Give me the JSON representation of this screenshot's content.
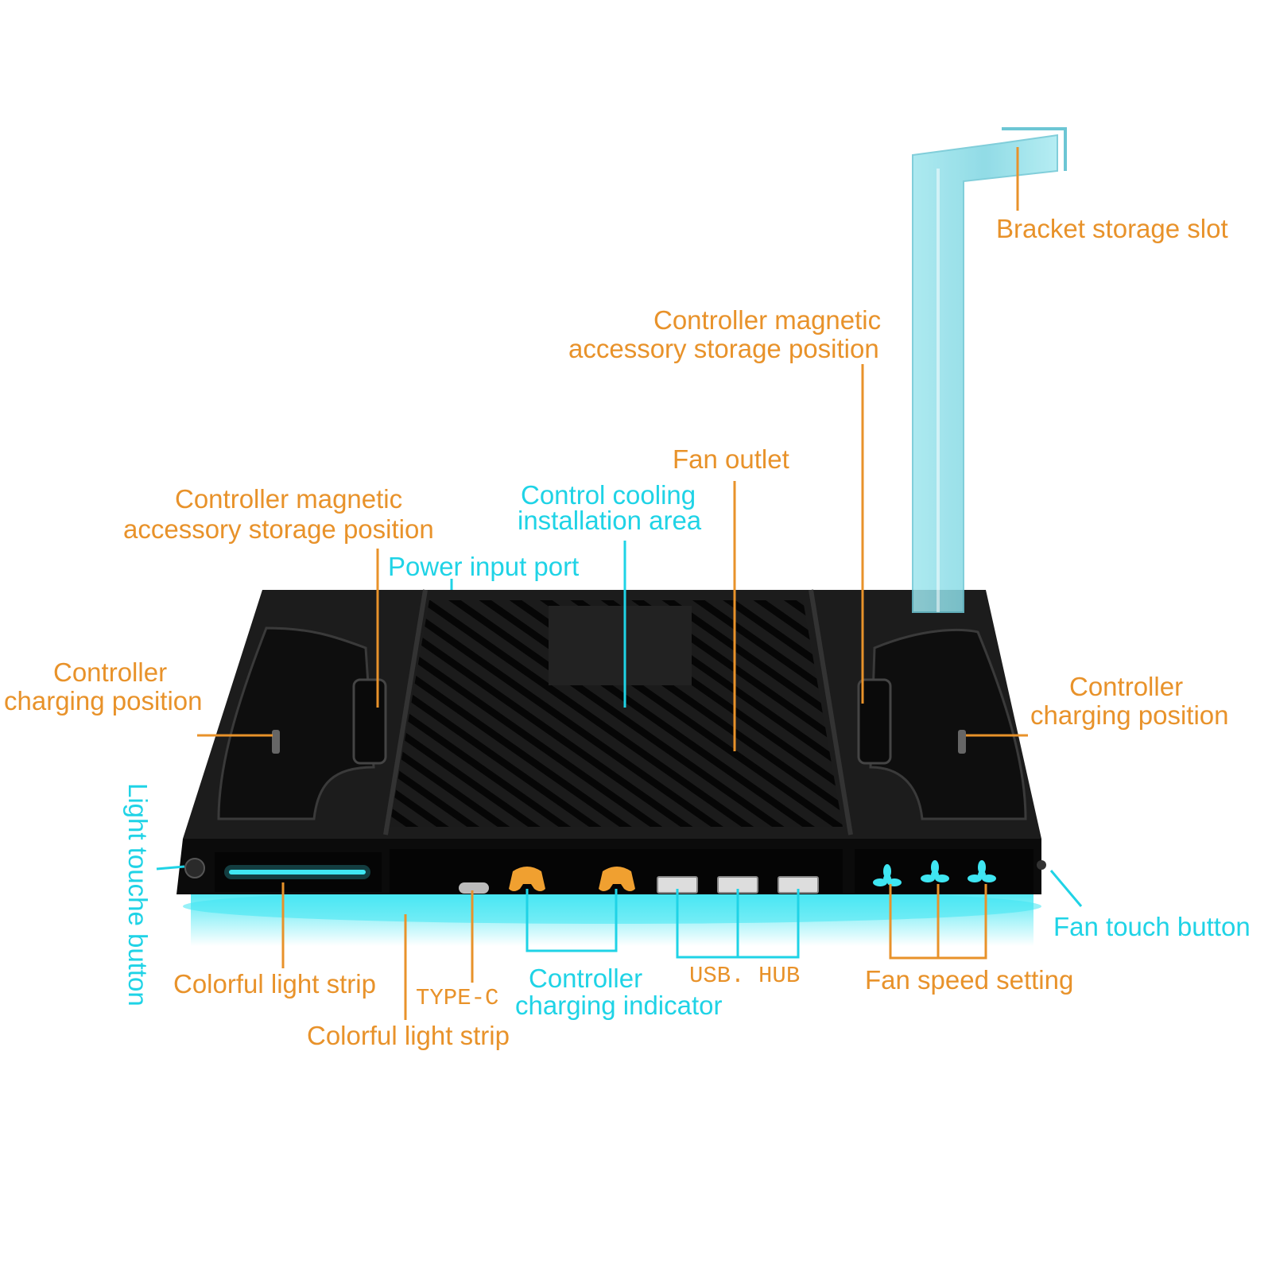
{
  "colors": {
    "orange_label": "#e8922a",
    "cyan_label": "#1fd3e6",
    "dock_body": "#161616",
    "glow": "#3fe6f2",
    "bracket": "#8fe0ea"
  },
  "icons": {
    "controller_indicator": "gamepad-icon",
    "fan_speed": "fan-icon",
    "usb_port": "usb-port-icon",
    "type_c_port": "usb-c-port-icon"
  },
  "labels": {
    "bracket_storage_slot": "Bracket storage slot",
    "magnetic_right_line1": "Controller magnetic",
    "magnetic_right_line2": "accessory storage position",
    "fan_outlet": "Fan outlet",
    "cooling_line1": "Control  cooling",
    "cooling_line2": "installation area",
    "magnetic_left_line1": "Controller magnetic",
    "magnetic_left_line2": "accessory storage position",
    "power_input_port": "Power input port",
    "charging_left_line1": "Controller",
    "charging_left_line2": "charging position",
    "charging_right_line1": "Controller",
    "charging_right_line2": "charging position",
    "light_touch_button": "Light touche  button",
    "colorful_strip_1": "Colorful light strip",
    "colorful_strip_2": "Colorful light strip",
    "type_c": "TYPE-C",
    "indicator_line1": "Controller",
    "indicator_line2": "charging indicator",
    "usb_hub": "USB. HUB",
    "fan_speed_setting": "Fan speed setting",
    "fan_touch_button": "Fan touch button"
  }
}
